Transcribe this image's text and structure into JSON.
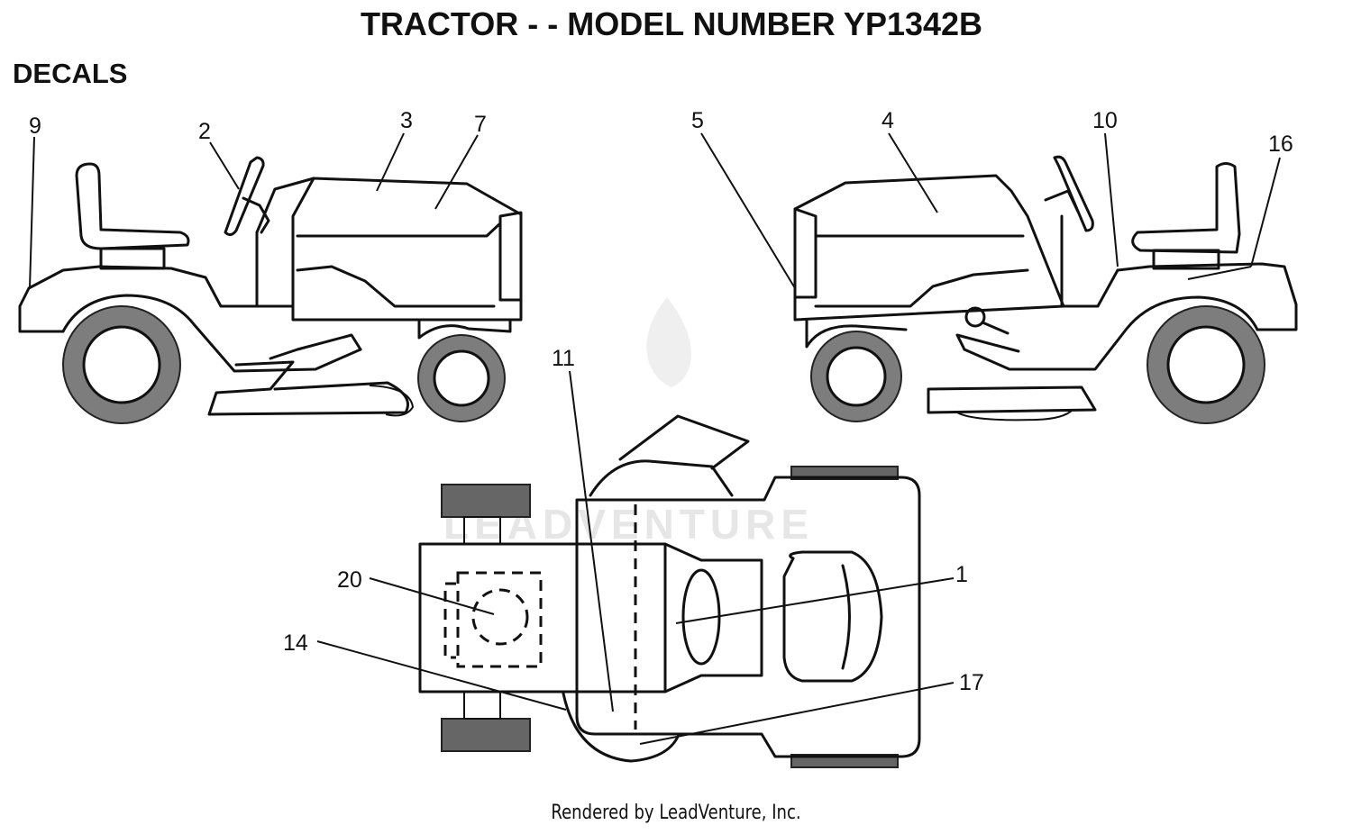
{
  "title": "TRACTOR - - MODEL NUMBER YP1342B",
  "section": "DECALS",
  "footer": "Rendered by LeadVenture, Inc.",
  "watermark": "LEADVENTURE",
  "callouts": {
    "c9": "9",
    "c2": "2",
    "c3": "3",
    "c7": "7",
    "c5": "5",
    "c4": "4",
    "c10": "10",
    "c16": "16",
    "c11": "11",
    "c20": "20",
    "c14": "14",
    "c1": "1",
    "c17": "17"
  }
}
